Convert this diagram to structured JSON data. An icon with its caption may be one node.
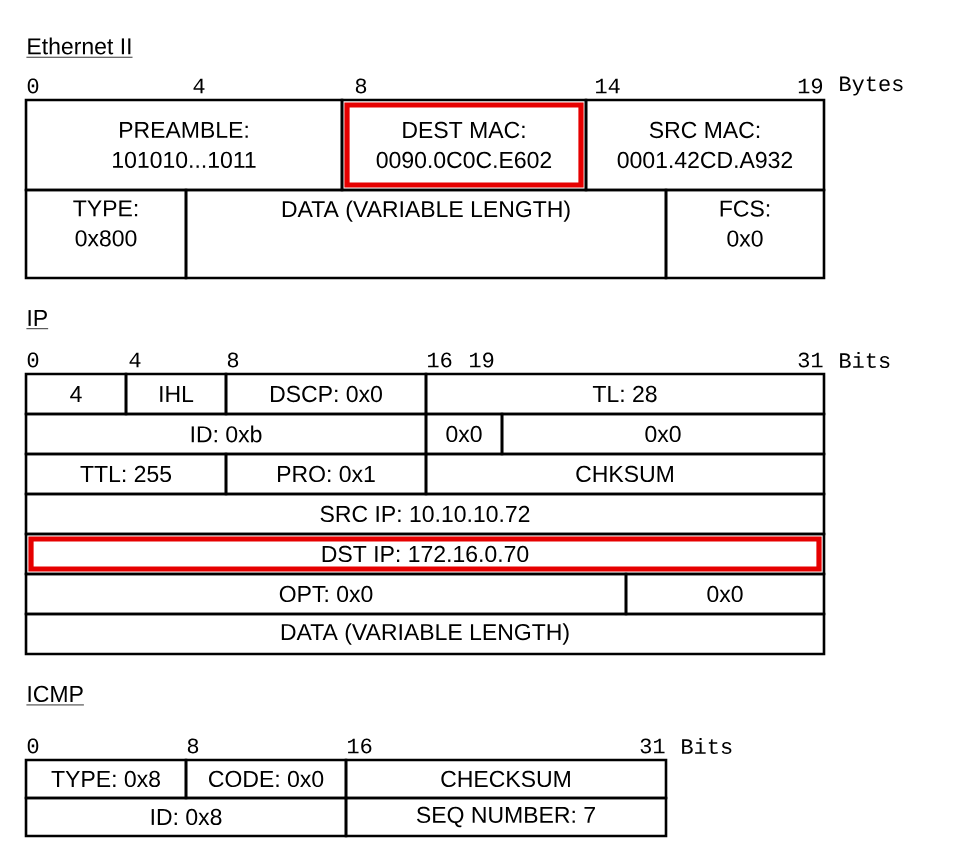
{
  "diagram": {
    "nodes": [
      {
        "text": [
          "PREAMBLE:",
          "101010...1011"
        ]
      },
      {
        "text": [
          "DEST MAC:",
          "0090.0C0C.E602"
        ]
      },
      {
        "text": [
          "SRC MAC:",
          "0001.42CD.A932"
        ]
      },
      {
        "text": [
          "TYPE:",
          "0x800"
        ]
      },
      {
        "text": [
          "DATA (VARIABLE LENGTH)"
        ]
      },
      {
        "text": [
          "FCS:",
          "0x0"
        ]
      },
      {
        "text": [
          "4"
        ]
      },
      {
        "text": [
          "IHL"
        ]
      },
      {
        "text": [
          "DSCP: 0x0"
        ]
      },
      {
        "text": [
          "TL: 28"
        ]
      },
      {
        "text": [
          "ID: 0xb"
        ]
      },
      {
        "text": [
          "0x0"
        ]
      },
      {
        "text": [
          "0x0"
        ]
      },
      {
        "text": [
          "TTL: 255"
        ]
      },
      {
        "text": [
          "PRO: 0x1"
        ]
      },
      {
        "text": [
          "CHKSUM"
        ]
      },
      {
        "text": [
          "SRC IP: 10.10.10.72"
        ]
      },
      {
        "text": [
          "DST IP: 172.16.0.70"
        ]
      },
      {
        "text": [
          "OPT: 0x0"
        ]
      },
      {
        "text": [
          "0x0"
        ]
      },
      {
        "text": [
          "DATA (VARIABLE LENGTH)"
        ]
      },
      {
        "text": [
          "TYPE: 0x8"
        ]
      },
      {
        "text": [
          "CODE: 0x0"
        ]
      },
      {
        "text": [
          "CHECKSUM"
        ]
      },
      {
        "text": [
          "ID: 0x8"
        ]
      },
      {
        "text": [
          "SEQ NUMBER: 7"
        ]
      }
    ],
    "labels": [
      "Ethernet II",
      "0",
      "4",
      "8",
      "14",
      "19",
      "Bytes",
      "IP",
      "0",
      "4",
      "8",
      "16",
      "19",
      "31",
      "Bits",
      "ICMP",
      "0",
      "8",
      "16",
      "31",
      "Bits"
    ]
  }
}
